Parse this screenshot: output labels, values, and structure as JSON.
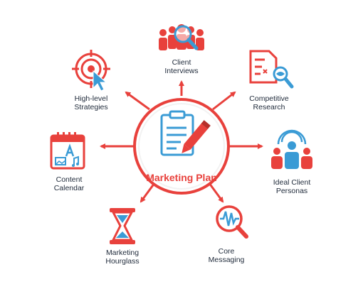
{
  "colors": {
    "accent": "#e8413c",
    "secondary": "#3a9bd5",
    "text": "#1f2a3a"
  },
  "center": {
    "title": "Marketing Plan",
    "icon": "clipboard-pencil-icon"
  },
  "nodes": [
    {
      "id": "client-interviews",
      "line1": "Client",
      "line2": "Interviews",
      "icon": "people-magnifier-icon"
    },
    {
      "id": "competitive-research",
      "line1": "Competitive",
      "line2": "Research",
      "icon": "document-magnifier-icon"
    },
    {
      "id": "ideal-client-personas",
      "line1": "Ideal Client",
      "line2": "Personas",
      "icon": "persona-target-icon"
    },
    {
      "id": "core-messaging",
      "line1": "Core",
      "line2": "Messaging",
      "icon": "waveform-magnifier-icon"
    },
    {
      "id": "marketing-hourglass",
      "line1": "Marketing",
      "line2": "Hourglass",
      "icon": "hourglass-icon"
    },
    {
      "id": "content-calendar",
      "line1": "Content",
      "line2": "Calendar",
      "icon": "calendar-icon"
    },
    {
      "id": "high-level-strategies",
      "line1": "High-level",
      "line2": "Strategies",
      "icon": "target-cursor-icon"
    }
  ]
}
